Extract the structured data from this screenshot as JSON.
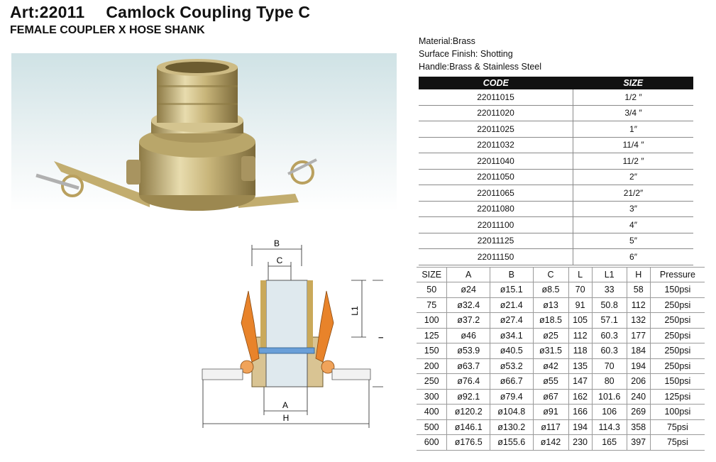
{
  "header": {
    "art": "Art:22011",
    "product": "Camlock Coupling Type C",
    "subtitle": "FEMALE COUPLER X HOSE SHANK"
  },
  "specs": [
    "Material:Brass",
    "Surface Finish: Shotting",
    "Handle:Brass & Stainless Steel"
  ],
  "code_table": {
    "headers": [
      "CODE",
      "SIZE"
    ],
    "rows": [
      [
        "22011015",
        "1/2 ″"
      ],
      [
        "22011020",
        "3/4 ″"
      ],
      [
        "22011025",
        "1″"
      ],
      [
        "22011032",
        "11/4 ″"
      ],
      [
        "22011040",
        "11/2 ″"
      ],
      [
        "22011050",
        "2″"
      ],
      [
        "22011065",
        "21/2″"
      ],
      [
        "22011080",
        "3″"
      ],
      [
        "22011100",
        "4″"
      ],
      [
        "22011125",
        "5″"
      ],
      [
        "22011150",
        "6″"
      ]
    ]
  },
  "dimension_table": {
    "headers": [
      "SIZE",
      "A",
      "B",
      "C",
      "L",
      "L1",
      "H",
      "Pressure"
    ],
    "rows": [
      [
        "50",
        "ø24",
        "ø15.1",
        "ø8.5",
        "70",
        "33",
        "58",
        "150psi"
      ],
      [
        "75",
        "ø32.4",
        "ø21.4",
        "ø13",
        "91",
        "50.8",
        "112",
        "250psi"
      ],
      [
        "100",
        "ø37.2",
        "ø27.4",
        "ø18.5",
        "105",
        "57.1",
        "132",
        "250psi"
      ],
      [
        "125",
        "ø46",
        "ø34.1",
        "ø25",
        "112",
        "60.3",
        "177",
        "250psi"
      ],
      [
        "150",
        "ø53.9",
        "ø40.5",
        "ø31.5",
        "118",
        "60.3",
        "184",
        "250psi"
      ],
      [
        "200",
        "ø63.7",
        "ø53.2",
        "ø42",
        "135",
        "70",
        "194",
        "250psi"
      ],
      [
        "250",
        "ø76.4",
        "ø66.7",
        "ø55",
        "147",
        "80",
        "206",
        "150psi"
      ],
      [
        "300",
        "ø92.1",
        "ø79.4",
        "ø67",
        "162",
        "101.6",
        "240",
        "125psi"
      ],
      [
        "400",
        "ø120.2",
        "ø104.8",
        "ø91",
        "166",
        "106",
        "269",
        "100psi"
      ],
      [
        "500",
        "ø146.1",
        "ø130.2",
        "ø117",
        "194",
        "114.3",
        "358",
        "75psi"
      ],
      [
        "600",
        "ø176.5",
        "ø155.6",
        "ø142",
        "230",
        "165",
        "397",
        "75psi"
      ]
    ]
  },
  "drawing_labels": {
    "b": "B",
    "c": "C",
    "l1": "L1",
    "l": "L",
    "a": "A",
    "h": "H"
  },
  "colors": {
    "brass": "#c9b57a",
    "handle": "#e8832a",
    "seal": "#6a9fd8",
    "header_bg": "#111111"
  }
}
